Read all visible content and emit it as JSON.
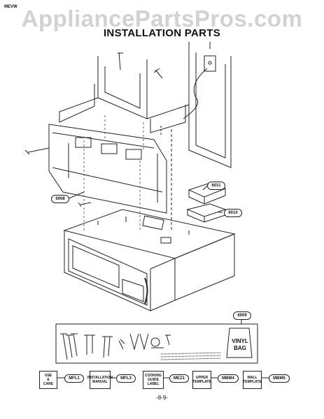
{
  "header": {
    "corner_code": "MEVW",
    "watermark": "AppliancePartsPros.com",
    "title": "INSTALLATION PARTS"
  },
  "callouts": {
    "p6011": "6011",
    "p6010": "6010",
    "p6008": "6008",
    "p6009": "6009"
  },
  "bag_label": "VINYL\nBAG",
  "documents": [
    {
      "label": "USE\n&\nCARE",
      "code": "MFL1"
    },
    {
      "label": "INSTALLATION\nMANUAL",
      "code": "MFL3"
    },
    {
      "label": "COOKING\nGUIDE\nLABEL",
      "code": "MEZ1"
    },
    {
      "label": "UPPER\nTEMPLATE",
      "code": "MBM4"
    },
    {
      "label": "WALL\nTEMPLATE",
      "code": "MBM5"
    }
  ],
  "footer": {
    "page": "-8-9-"
  }
}
